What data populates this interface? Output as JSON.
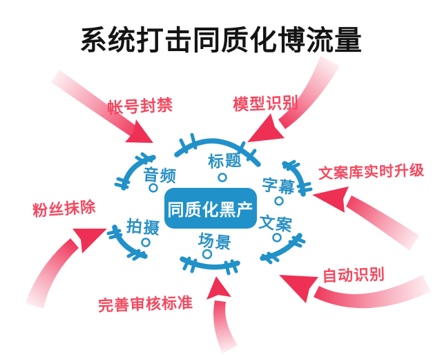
{
  "title": "系统打击同质化博流量",
  "center": {
    "label": "同质化黑产"
  },
  "factors": [
    {
      "id": "title",
      "label": "标题"
    },
    {
      "id": "audio",
      "label": "音频"
    },
    {
      "id": "subtitle",
      "label": "字幕"
    },
    {
      "id": "copywriting",
      "label": "文案"
    },
    {
      "id": "shooting",
      "label": "拍摄"
    },
    {
      "id": "scene",
      "label": "场景"
    }
  ],
  "countermeasures": [
    {
      "id": "account-ban",
      "label": "帐号封禁"
    },
    {
      "id": "model-recognition",
      "label": "模型识别"
    },
    {
      "id": "copy-library-upgrade",
      "label": "文案库实时升级"
    },
    {
      "id": "auto-recognition",
      "label": "自动识别"
    },
    {
      "id": "review-standards",
      "label": "完善审核标准"
    },
    {
      "id": "fan-removal",
      "label": "粉丝抹除"
    }
  ],
  "colors": {
    "background": "#ffffff",
    "title_text": "#141414",
    "factor_blue": "#2a90c5",
    "arc_blue": "#2191c9",
    "center_box_blue": "#2191c9",
    "center_box_text": "#ffffff",
    "countermeasure_red": "#f5485f",
    "arrow_head_red": "#ee3054",
    "arrow_tail_pink": "#fdeef1"
  }
}
